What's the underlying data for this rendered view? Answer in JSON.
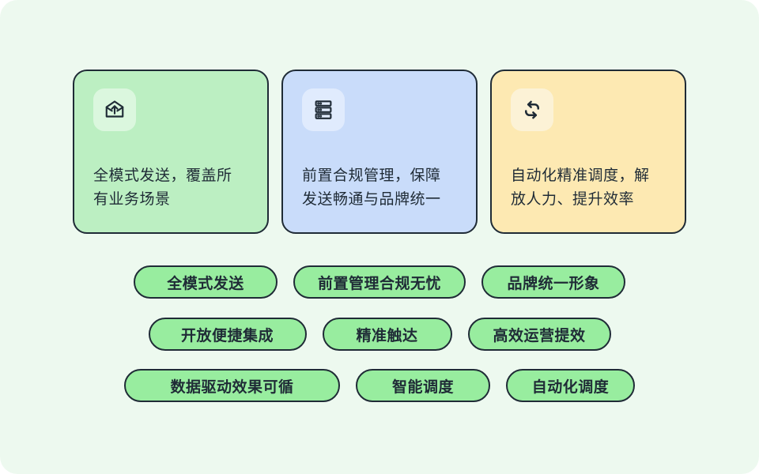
{
  "theme": {
    "canvas_bg": "#edf9ef",
    "ink": "#1f2b36",
    "pill_bg": "#98ed9f",
    "card_green_bg": "#bcefc2",
    "card_green_icon_bg": "#dbf7de",
    "card_blue_bg": "#c9dcfa",
    "card_blue_icon_bg": "#e0ebfd",
    "card_amber_bg": "#fde9b2",
    "card_amber_icon_bg": "#fcf2d6"
  },
  "cards": [
    {
      "icon": "mail-send-icon",
      "text": "全模式发送，覆盖所\n有业务场景"
    },
    {
      "icon": "server-stack-icon",
      "text": "前置合规管理，保障\n发送畅通与品牌统一"
    },
    {
      "icon": "sync-loop-icon",
      "text": "自动化精准调度，解\n放人力、提升效率"
    }
  ],
  "pill_rows": [
    [
      "全模式发送",
      "前置管理合规无忧",
      "品牌统一形象"
    ],
    [
      "开放便捷集成",
      "精准触达",
      "高效运营提效"
    ],
    [
      "数据驱动效果可循",
      "智能调度",
      "自动化调度"
    ]
  ]
}
